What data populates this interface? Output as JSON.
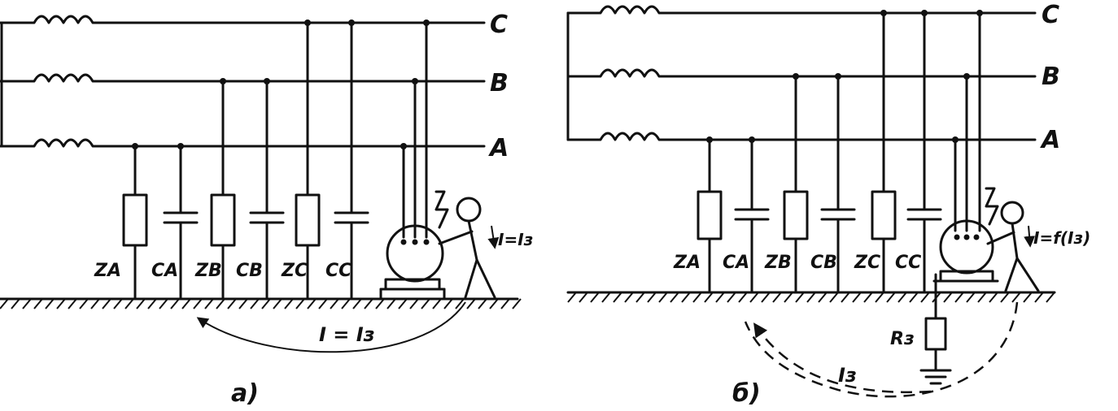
{
  "phases": {
    "a": "A",
    "b": "B",
    "c": "C"
  },
  "left": {
    "caption": "а)",
    "impedance_labels": [
      "ZA",
      "ZB",
      "ZC"
    ],
    "capacitor_labels": [
      "CA",
      "CB",
      "CC"
    ],
    "touch_current": "I=Iз",
    "ground_current": "I = Iз"
  },
  "right": {
    "caption": "б)",
    "impedance_labels": [
      "ZA",
      "ZB",
      "ZC"
    ],
    "capacitor_labels": [
      "CA",
      "CB",
      "CC"
    ],
    "touch_current": "I=f(Iз)",
    "ground_current": "Iз",
    "resistor_label": "Rз"
  }
}
